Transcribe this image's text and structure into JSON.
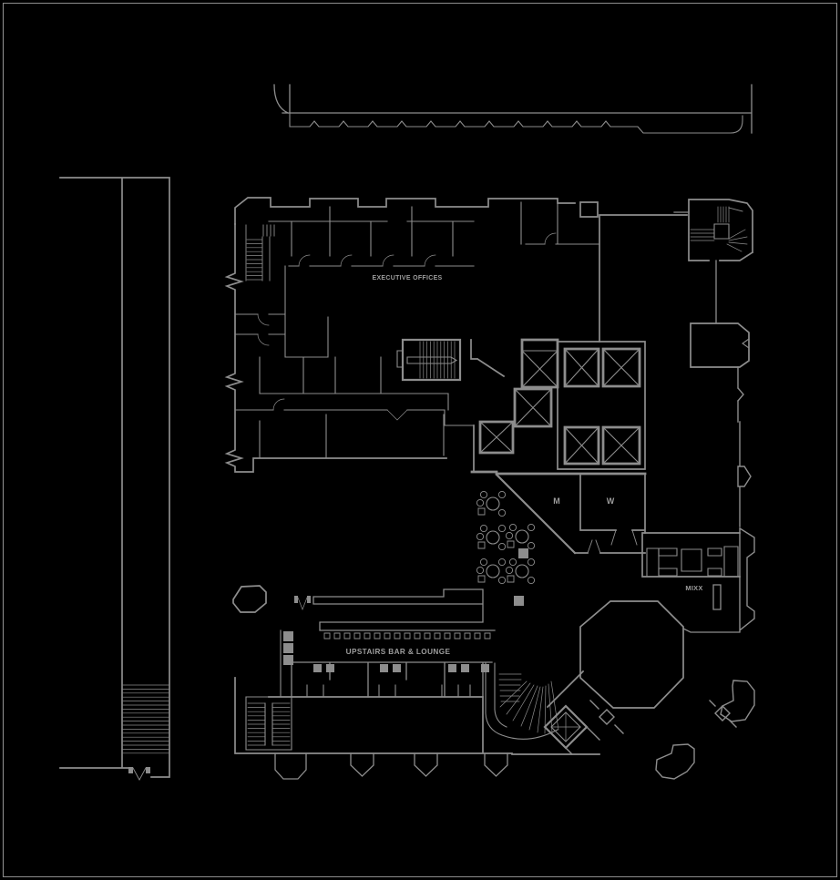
{
  "drawing": {
    "type": "architectural-floor-plan",
    "background_color": "#000000",
    "line_color": "#8d8d8d",
    "text_color": "#9d9d9d"
  },
  "labels": {
    "executive_offices": "EXECUTIVE OFFICES",
    "upstairs_bar_lounge": "UPSTAIRS BAR & LOUNGE",
    "mens_restroom": "M",
    "womens_restroom": "W",
    "mixx": "MIXX"
  }
}
